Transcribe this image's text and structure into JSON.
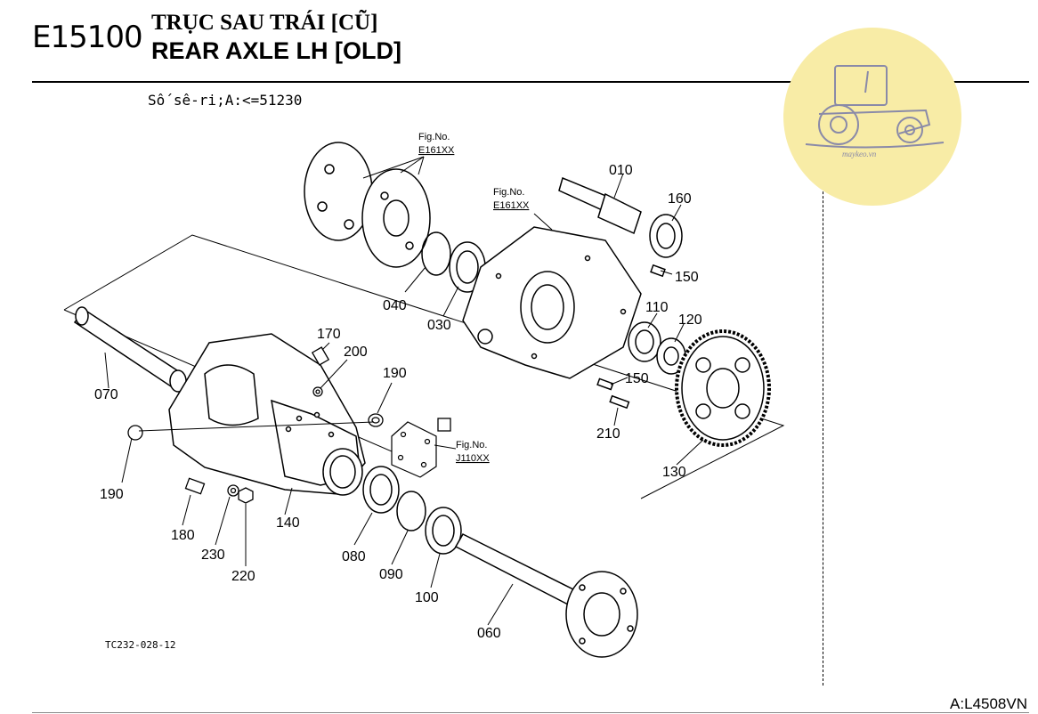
{
  "header": {
    "code": "E15100",
    "title_vn": "TRỤC SAU TRÁI [CŨ]",
    "title_en": "REAR AXLE LH [OLD]"
  },
  "serial": "Số sê-ri;A:<=51230",
  "pattern_code": "TC232-028-12",
  "footer_code": "A:L4508VN",
  "watermark": {
    "text": "maykeo.vn",
    "color": "#f8eca6"
  },
  "fig_refs": [
    {
      "no": "Fig.No.",
      "code": "E161XX"
    },
    {
      "no": "Fig.No.",
      "code": "E161XX"
    },
    {
      "no": "Fig.No.",
      "code": "J110XX"
    }
  ],
  "parts": {
    "p010": "010",
    "p030": "030",
    "p040": "040",
    "p060": "060",
    "p070": "070",
    "p080": "080",
    "p090": "090",
    "p100": "100",
    "p110": "110",
    "p120": "120",
    "p130": "130",
    "p140": "140",
    "p150a": "150",
    "p150b": "150",
    "p160": "160",
    "p170": "170",
    "p180": "180",
    "p190a": "190",
    "p190b": "190",
    "p200": "200",
    "p210": "210",
    "p220": "220",
    "p230": "230"
  }
}
